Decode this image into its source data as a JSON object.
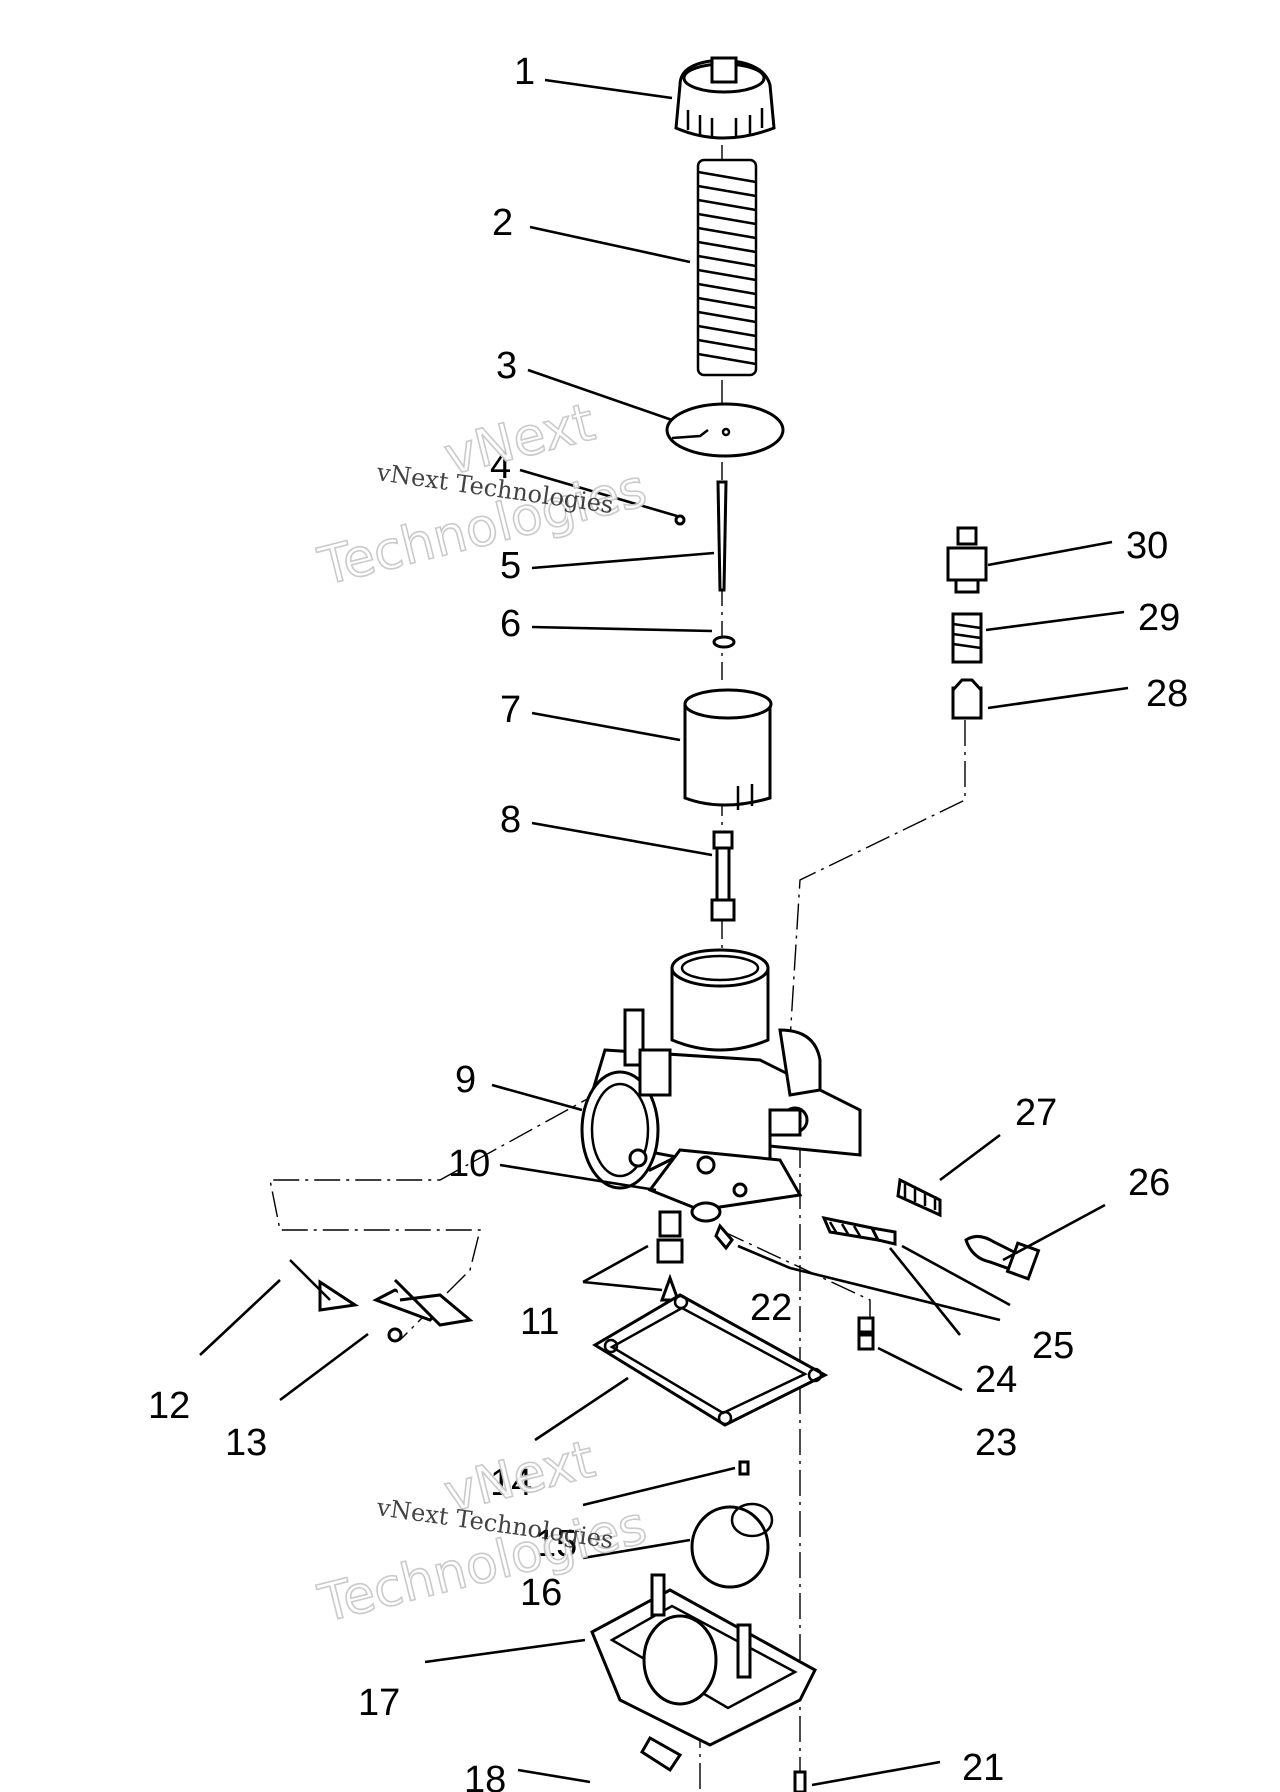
{
  "diagram": {
    "callouts": [
      "1",
      "2",
      "3",
      "4",
      "5",
      "6",
      "7",
      "8",
      "9",
      "10",
      "11",
      "12",
      "13",
      "14",
      "15",
      "16",
      "17",
      "18",
      "21",
      "22",
      "23",
      "24",
      "25",
      "26",
      "27",
      "28",
      "29",
      "30"
    ],
    "watermark": {
      "big_line1": "vNext",
      "big_line2": "Technologies",
      "small": "vNext Technologies"
    }
  }
}
